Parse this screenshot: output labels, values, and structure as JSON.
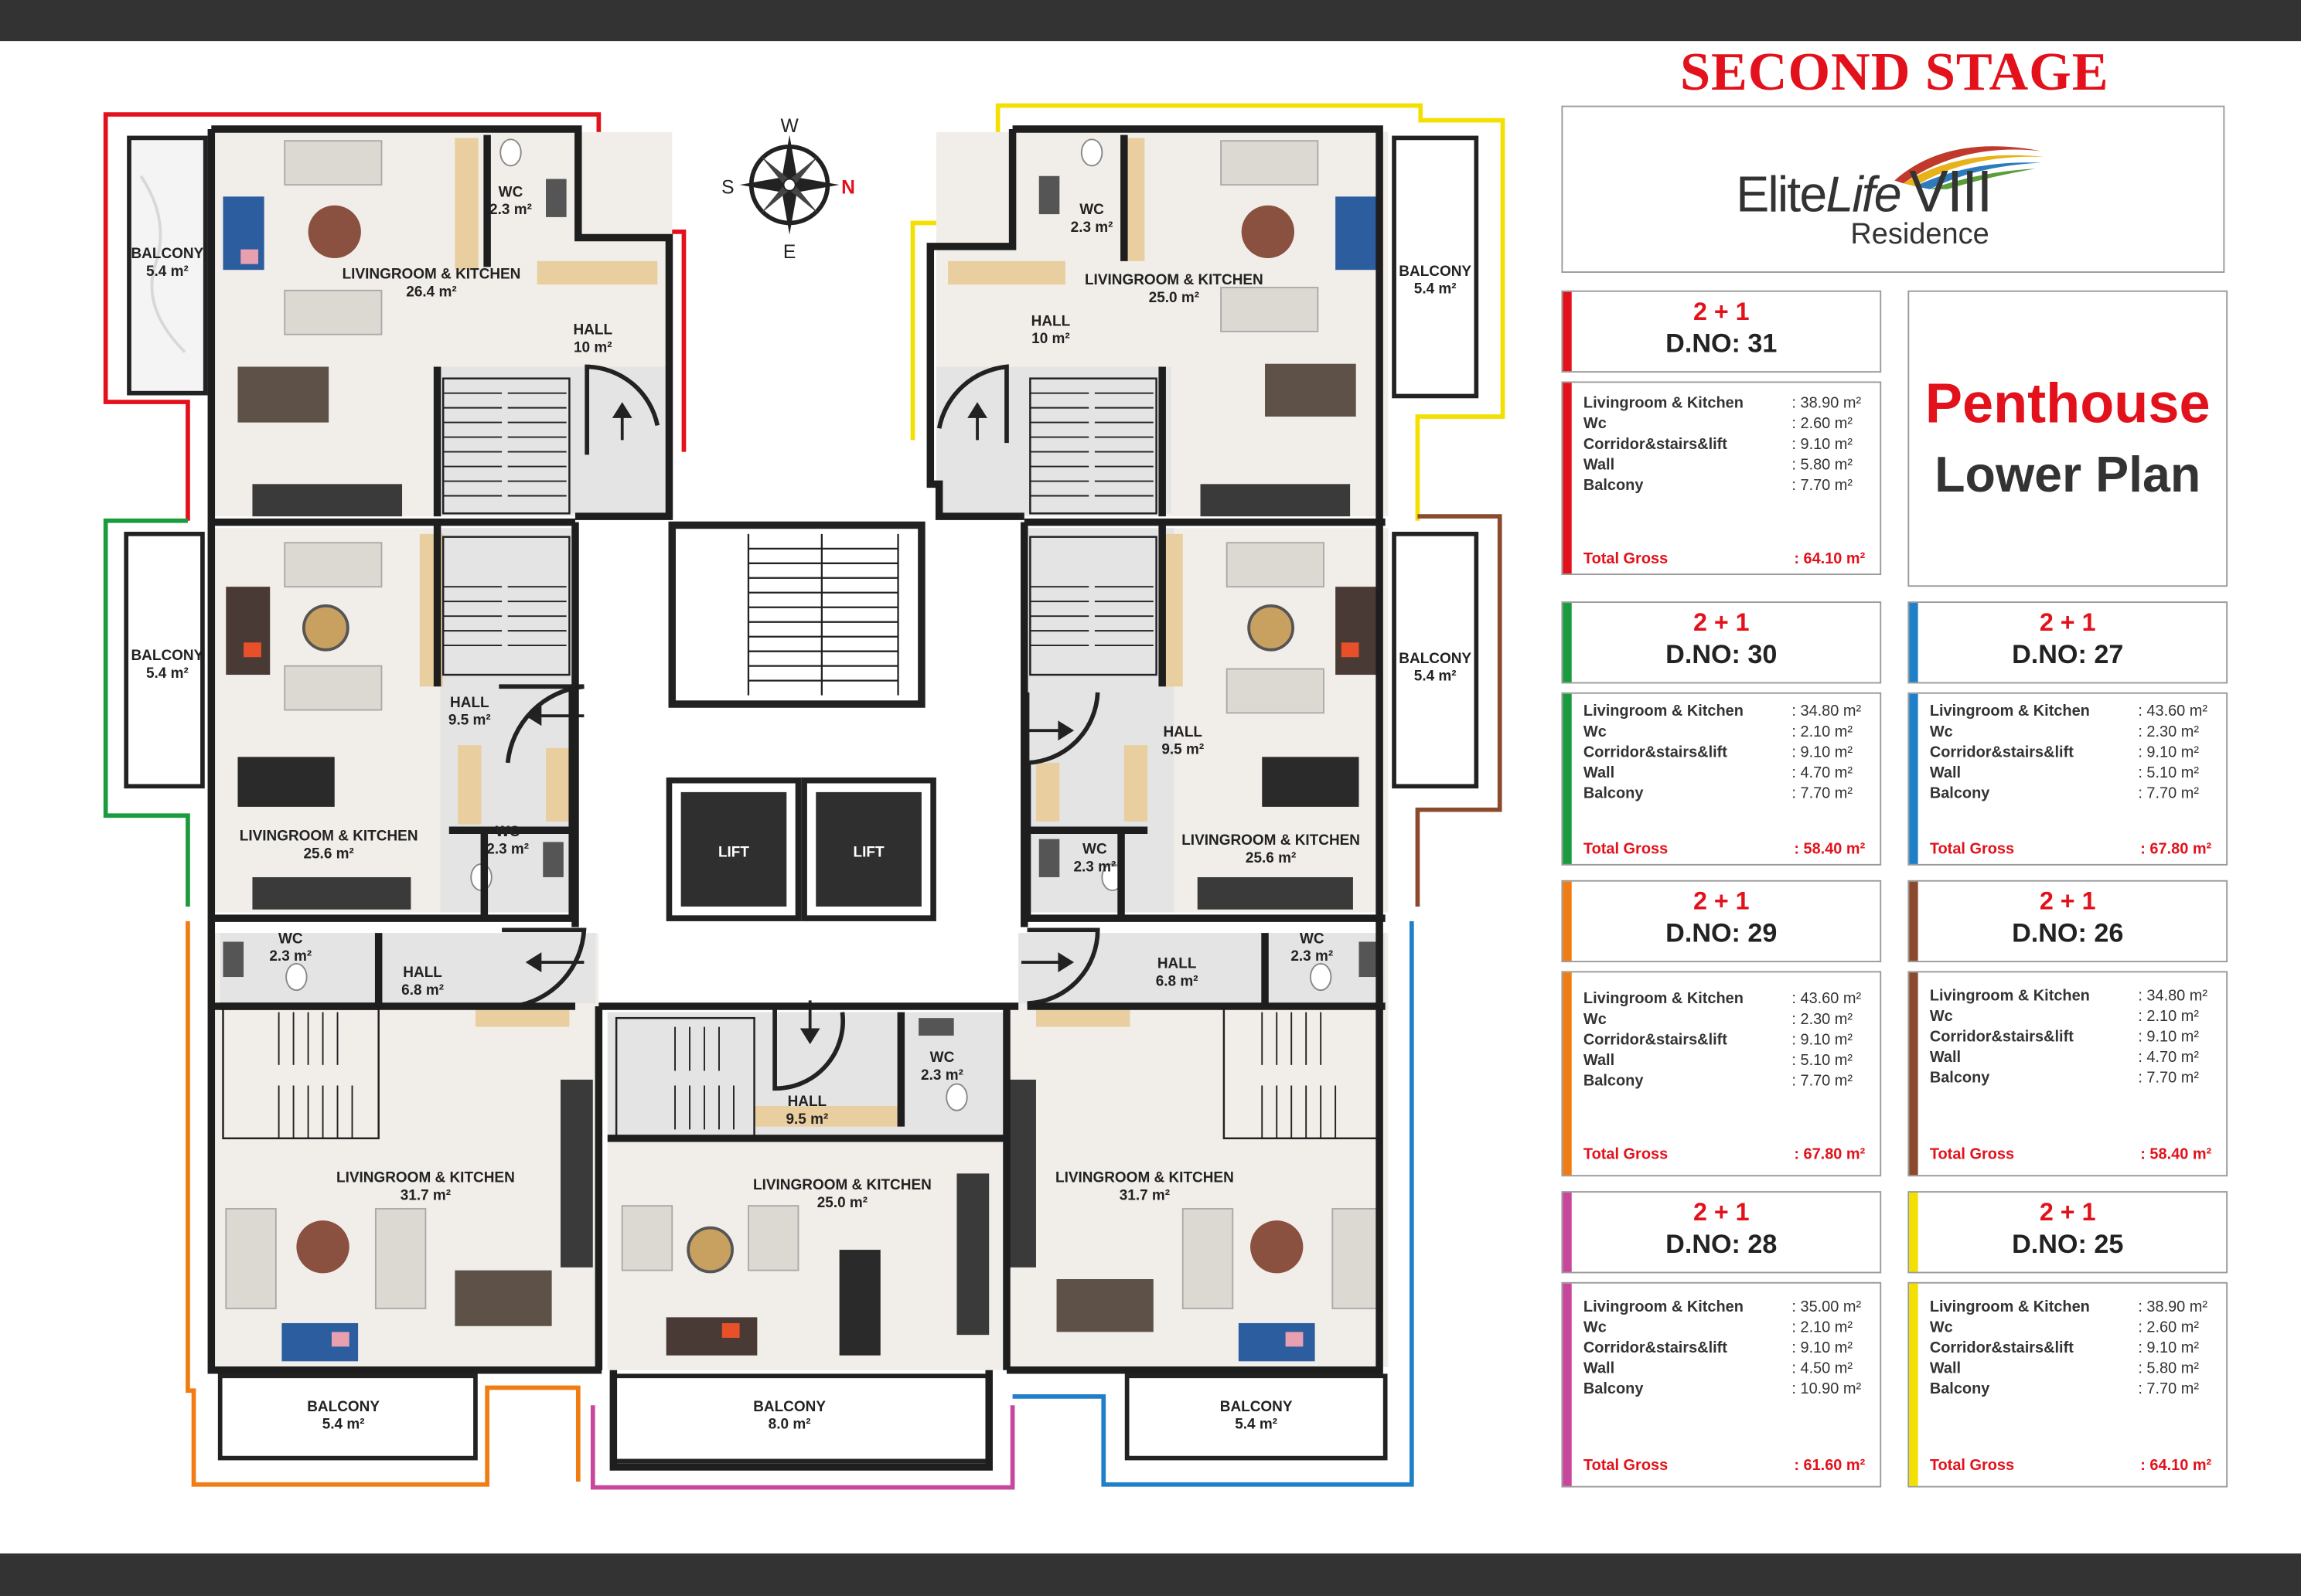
{
  "header_title": "SECOND STAGE",
  "logo": {
    "brand1": "Elite",
    "brand2": "Life",
    "roman": "VIII",
    "sub": "Residence"
  },
  "penthouse": {
    "line1": "Penthouse",
    "line2": "Lower Plan"
  },
  "compass": {
    "w": "W",
    "s": "S",
    "n": "N",
    "e": "E"
  },
  "colors": {
    "accent": "#e3111b",
    "c31": "#e3111b",
    "c30": "#1a9c3e",
    "c27": "#1f7fc8",
    "c29": "#ef7d14",
    "c26": "#8b4a2e",
    "c28": "#c8479a",
    "c25": "#f3e000"
  },
  "row_labels": [
    "Livingroom & Kitchen",
    "Wc",
    "Corridor&stairs&lift",
    "Wall",
    "Balcony"
  ],
  "total_label": "Total Gross",
  "cards": [
    {
      "type": "2 + 1",
      "dno": "D.NO: 31",
      "vals": [
        ": 38.90 m²",
        ": 2.60 m²",
        ": 9.10 m²",
        ": 5.80 m²",
        ": 7.70 m²"
      ],
      "total": ": 64.10 m²"
    },
    {
      "type": "2 + 1",
      "dno": "D.NO: 30",
      "vals": [
        ": 34.80 m²",
        ": 2.10 m²",
        ": 9.10 m²",
        ": 4.70 m²",
        ": 7.70 m²"
      ],
      "total": ": 58.40 m²"
    },
    {
      "type": "2 + 1",
      "dno": "D.NO: 27",
      "vals": [
        ": 43.60 m²",
        ": 2.30 m²",
        ": 9.10 m²",
        ": 5.10 m²",
        ": 7.70 m²"
      ],
      "total": ": 67.80 m²"
    },
    {
      "type": "2 + 1",
      "dno": "D.NO: 29",
      "vals": [
        ": 43.60 m²",
        ": 2.30 m²",
        ": 9.10 m²",
        ": 5.10 m²",
        ": 7.70 m²"
      ],
      "total": ": 67.80 m²"
    },
    {
      "type": "2 + 1",
      "dno": "D.NO: 26",
      "vals": [
        ": 34.80 m²",
        ": 2.10 m²",
        ": 9.10 m²",
        ": 4.70 m²",
        ": 7.70 m²"
      ],
      "total": ": 58.40 m²"
    },
    {
      "type": "2 + 1",
      "dno": "D.NO: 28",
      "vals": [
        ": 35.00 m²",
        ": 2.10 m²",
        ": 9.10 m²",
        ": 4.50 m²",
        ": 10.90 m²"
      ],
      "total": ": 61.60 m²"
    },
    {
      "type": "2 + 1",
      "dno": "D.NO: 25",
      "vals": [
        ": 38.90 m²",
        ": 2.60 m²",
        ": 9.10 m²",
        ": 5.80 m²",
        ": 7.70 m²"
      ],
      "total": ": 64.10 m²"
    }
  ],
  "rooms": {
    "balcony": "BALCONY",
    "living": "LIVINGROOM & KITCHEN",
    "hall": "HALL",
    "wc": "WC",
    "lift": "LIFT",
    "a_5_4": "5.4 m²",
    "a_8_0": "8.0 m²",
    "a_26_4": "26.4 m²",
    "a_25_0": "25.0 m²",
    "a_25_6": "25.6 m²",
    "a_31_7": "31.7 m²",
    "a_10": "10 m²",
    "a_9_5": "9.5 m²",
    "a_6_8": "6.8 m²",
    "a_2_3": "2.3 m²"
  }
}
